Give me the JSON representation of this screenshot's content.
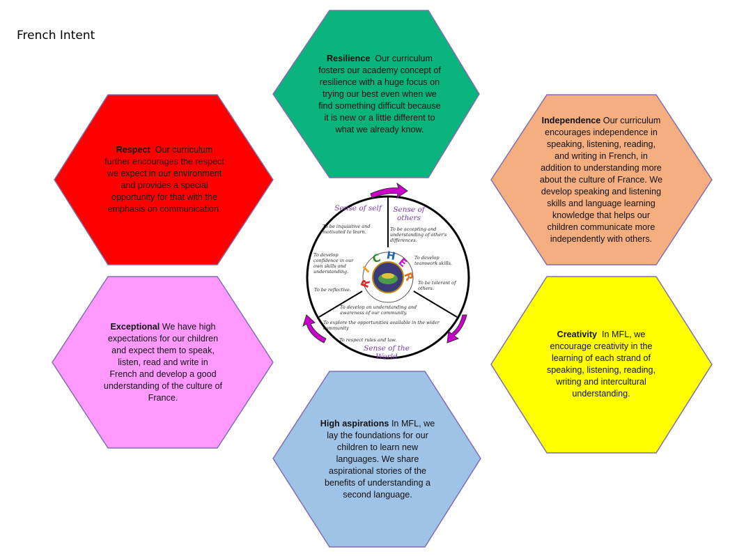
{
  "page_title": "French Intent",
  "hexagons": [
    {
      "id": "resilience",
      "color": "#0bb37e",
      "heading": "Resilience",
      "text": "Our curriculum fosters our academy concept of resilience with a huge focus on trying our best even when we find something difficult because it is new or a little different to what we already know."
    },
    {
      "id": "independence",
      "color": "#f4ae80",
      "heading": "Independence",
      "text": "Our curriculum encourages independence in speaking, listening, reading, and writing in French, in addition to understanding more about the culture of France. We develop speaking and listening skills and language learning knowledge that helps our children communicate more independently with others."
    },
    {
      "id": "creativity",
      "color": "#ffff00",
      "heading": "Creativity",
      "text": "In MFL, we encourage creativity in the learning of each strand of speaking, listening, reading, writing and intercultural understanding."
    },
    {
      "id": "high-aspirations",
      "color": "#9fc2e7",
      "heading": "High aspirations",
      "text": "In MFL, we lay the foundations for our children to learn new languages. We share aspirational stories of the benefits of understanding a second language."
    },
    {
      "id": "exceptional",
      "color": "#ff99ff",
      "heading": "Exceptional",
      "text": "We have high expectations for our children and expect them to speak, listen, read and write in French and develop a good understanding of the culture of France."
    },
    {
      "id": "respect",
      "color": "#ff0000",
      "heading": "Respect",
      "text": "Our curriculum further encourages the respect we expect in our environment and provides a special opportunity for that with the emphasis on communication."
    }
  ],
  "wheel": {
    "center_word": "RICHER",
    "sense_of_self": "Sense of self",
    "sense_of_others": "Sense of others",
    "sense_of_world": "Sense of the World",
    "self_items": [
      "To be inquisitive and motivated to learn.",
      "To develop confidence in our own skills and understanding.",
      "To be reflective."
    ],
    "others_items": [
      "To be accepting and understanding of other's differences.",
      "To develop teamwork skills.",
      "To be tolerant of others."
    ],
    "world_items": [
      "To develop an understanding and awareness of our community.",
      "To explore the opportunities available in the wider community",
      "To respect rules and law."
    ],
    "arrow_color": "#cc00cc",
    "letter_colors": [
      "#d62a2a",
      "#f0a020",
      "#2a8a2a",
      "#2060c0",
      "#c020c0",
      "#e07020"
    ]
  }
}
